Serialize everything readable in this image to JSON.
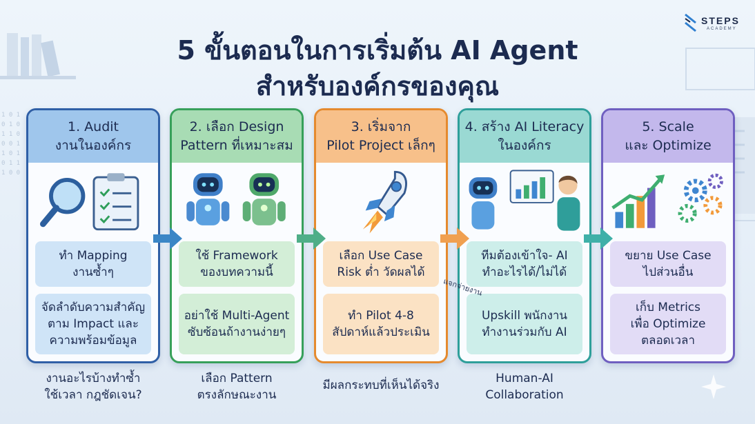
{
  "title": {
    "line1": "5 ขั้นตอนในการเริ่มต้น AI Agent",
    "line2": "สำหรับองค์กรของคุณ"
  },
  "logo": {
    "name": "STEPS",
    "sub": "ACADEMY"
  },
  "steps": [
    {
      "head1": "1. Audit",
      "head2": "งานในองค์กร",
      "box1": [
        "ทำ Mapping",
        "งานซ้ำๆ"
      ],
      "box2": [
        "จัดลำดับความสำคัญ",
        "ตาม Impact และ",
        "ความพร้อมข้อมูล"
      ],
      "caption": [
        "งานอะไรบ้างทำซ้ำ",
        "ใช้เวลา กฎชัดเจน?"
      ],
      "border": "#2f5fa6",
      "head_bg": "#9fc6ec",
      "box_bg": "#cfe4f7"
    },
    {
      "head1": "2. เลือก Design",
      "head2": "Pattern ที่เหมาะสม",
      "box1": [
        "ใช้ Framework",
        "ของบทความนี้"
      ],
      "box2": [
        "อย่าใช้ Multi-Agent",
        "ซับซ้อนถ้างานง่ายๆ"
      ],
      "caption": [
        "เลือก Pattern",
        "ตรงลักษณะงาน"
      ],
      "border": "#37a05a",
      "head_bg": "#a8dcb4",
      "box_bg": "#d3eed7"
    },
    {
      "head1": "3. เริ่มจาก",
      "head2": "Pilot Project เล็กๆ",
      "box1": [
        "เลือก Use Case",
        "Risk ต่ำ วัดผลได้"
      ],
      "box2": [
        "ทำ Pilot 4-8",
        "สัปดาห์แล้วประเมิน"
      ],
      "caption": [
        "มีผลกระทบที่เห็นได้จริง"
      ],
      "border": "#e58a2e",
      "head_bg": "#f7c08a",
      "box_bg": "#fbe2c4"
    },
    {
      "head1": "4. สร้าง AI Literacy",
      "head2": "ในองค์กร",
      "box1": [
        "ทีมต้องเข้าใจ- AI",
        "ทำอะไรได้/ไม่ได้"
      ],
      "box2": [
        "Upskill พนักงาน",
        "ทำงานร่วมกับ AI"
      ],
      "caption": [
        "Human-AI",
        "Collaboration"
      ],
      "border": "#2e9f9a",
      "head_bg": "#9ad9d3",
      "box_bg": "#cdeeea"
    },
    {
      "head1": "5. Scale",
      "head2": "และ Optimize",
      "box1": [
        "ขยาย Use Case",
        "ไปส่วนอื่น"
      ],
      "box2": [
        "เก็บ Metrics",
        "เพื่อ Optimize",
        "ตลอดเวลา"
      ],
      "caption": [],
      "border": "#6f5fc0",
      "head_bg": "#c3b8ec",
      "box_bg": "#e2dcf6"
    }
  ],
  "diagonal_label": "แจกจ่ายงาน",
  "arrow_color": "#3b86c6"
}
